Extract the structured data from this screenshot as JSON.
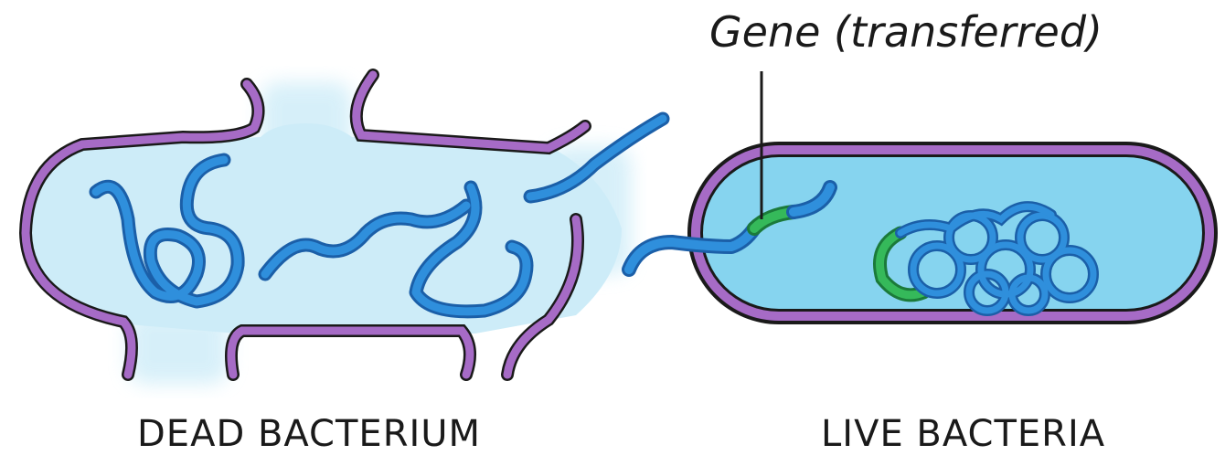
{
  "labels": {
    "gene": "Gene (transferred)",
    "dead": "DEAD BACTERIUM",
    "live": "LIVE BACTERIA"
  },
  "colors": {
    "membrane": "#a66bc6",
    "cytoplasm_dead": "#cdecf8",
    "cytoplasm_live": "#86d4ef",
    "dna": "#2f8fdc",
    "dna_outline": "#1b5fa8",
    "gene": "#35b95a",
    "outline": "#1a1a1a"
  }
}
